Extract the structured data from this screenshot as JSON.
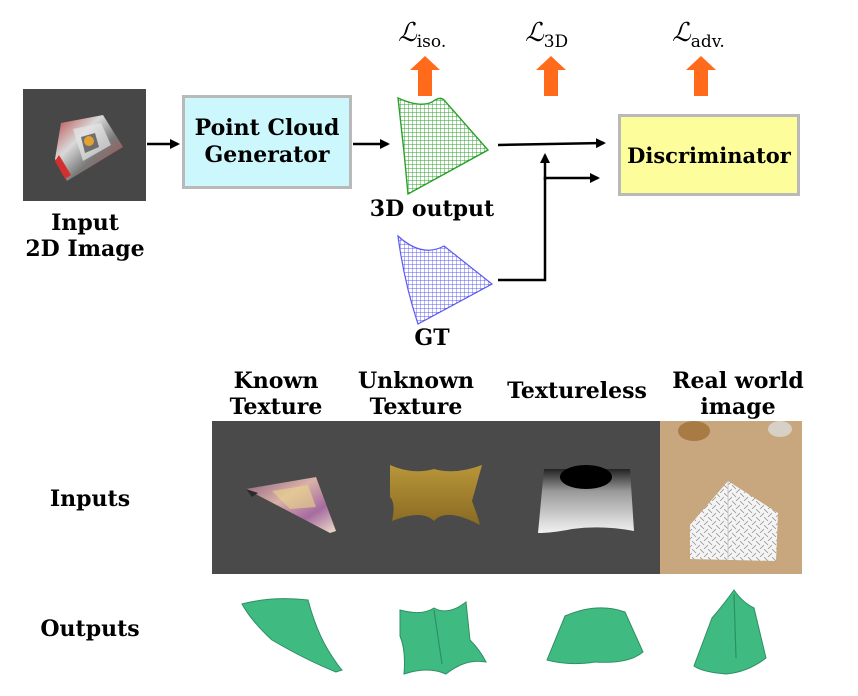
{
  "pipeline": {
    "input_label_line1": "Input",
    "input_label_line2": "2D Image",
    "generator_line1": "Point Cloud",
    "generator_line2": "Generator",
    "output_label": "3D output",
    "gt_label": "GT",
    "discriminator_label": "Discriminator"
  },
  "losses": [
    {
      "symbol": "ℒ",
      "subscript": "iso."
    },
    {
      "symbol": "ℒ",
      "subscript": "3D"
    },
    {
      "symbol": "ℒ",
      "subscript": "adv."
    }
  ],
  "examples": {
    "columns": [
      {
        "line1": "Known",
        "line2": "Texture"
      },
      {
        "line1": "Unknown",
        "line2": "Texture"
      },
      {
        "line1": "Textureless",
        "line2": ""
      },
      {
        "line1": "Real world",
        "line2": "image"
      }
    ],
    "row_inputs": "Inputs",
    "row_outputs": "Outputs"
  },
  "colors": {
    "generator_fill": "#ccf8fd",
    "discriminator_fill": "#fdfd9c",
    "arrow_orange": "#ff6b1a",
    "pointcloud_green": "#2aa12a",
    "pointcloud_blue": "#5b5bf0",
    "render_bg": "#4a4a4a",
    "mesh_green": "#3fbb82"
  }
}
